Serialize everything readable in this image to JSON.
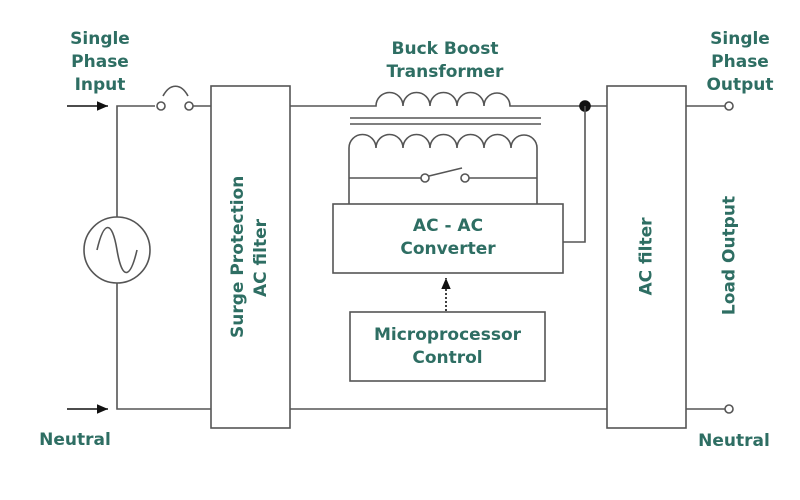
{
  "labels": {
    "input": [
      "Single",
      "Phase",
      "Input"
    ],
    "output": [
      "Single",
      "Phase",
      "Output"
    ],
    "transformer": [
      "Buck Boost",
      "Transformer"
    ],
    "neutral_left": "Neutral",
    "neutral_right": "Neutral",
    "load_output": "Load Output"
  },
  "blocks": {
    "surge": [
      "Surge Protection",
      "AC filter"
    ],
    "converter": [
      "AC - AC",
      "Converter"
    ],
    "micro": [
      "Microprocessor",
      "Control"
    ],
    "ac_filter": "AC filter"
  },
  "colors": {
    "text": "#2e6e63",
    "line": "#555555"
  }
}
